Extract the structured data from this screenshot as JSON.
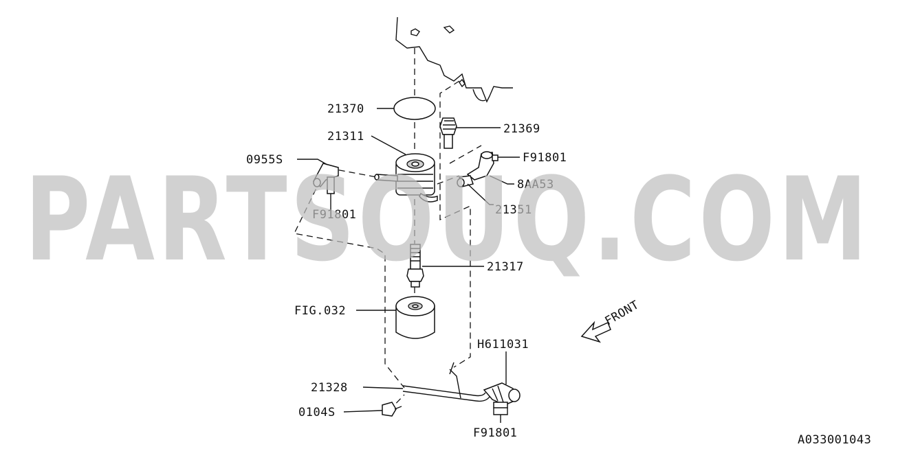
{
  "diagram": {
    "watermark": "PARTSOUQ.COM",
    "labels": {
      "p21370": "21370",
      "p21311": "21311",
      "p0955s": "0955S",
      "p21369": "21369",
      "pF91801_right": "F91801",
      "p8AA53": "8AA53",
      "p21351": "21351",
      "pF91801_left": "F91801",
      "p21317": "21317",
      "pFIG032": "FIG.032",
      "pH611031": "H611031",
      "p21328": "21328",
      "p0104s": "0104S",
      "pF91801_bottom": "F91801"
    },
    "front_label": "FRONT",
    "drawing_id": "A033001043"
  }
}
